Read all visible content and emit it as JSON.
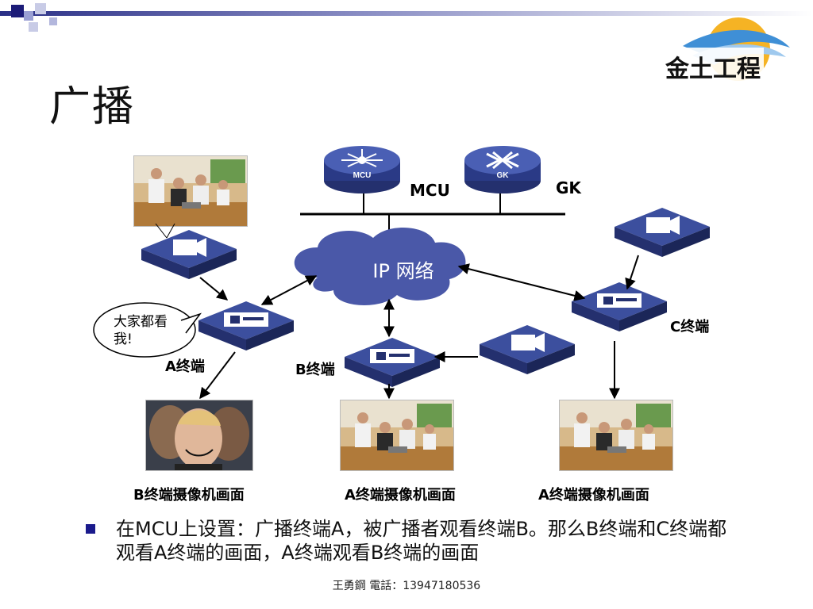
{
  "slide": {
    "title": "广播",
    "logo_text": "金土工程"
  },
  "diagram": {
    "mcu_label": "MCU",
    "gk_label": "GK",
    "mcu_icon_text": "MCU",
    "gk_icon_text": "GK",
    "cloud_label": "IP 网络",
    "bubble_text": "大家都看我!",
    "terminal_a_label": "A终端",
    "terminal_b_label": "B终端",
    "terminal_c_label": "C终端",
    "screen_1_caption": "B终端摄像机画面",
    "screen_2_caption": "A终端摄像机画面",
    "screen_3_caption": "A终端摄像机画面"
  },
  "bullet": {
    "text": "在MCU上设置：广播终端A，被广播者观看终端B。那么B终端和C终端都观看A终端的画面，A终端观看B终端的画面"
  },
  "footer": {
    "text": "王勇鋼  電話：13947180536"
  },
  "colors": {
    "device_top": "#3c4f9e",
    "device_side": "#24306e",
    "cloud": "#4a58a8",
    "bullet": "#1a1a8c"
  }
}
